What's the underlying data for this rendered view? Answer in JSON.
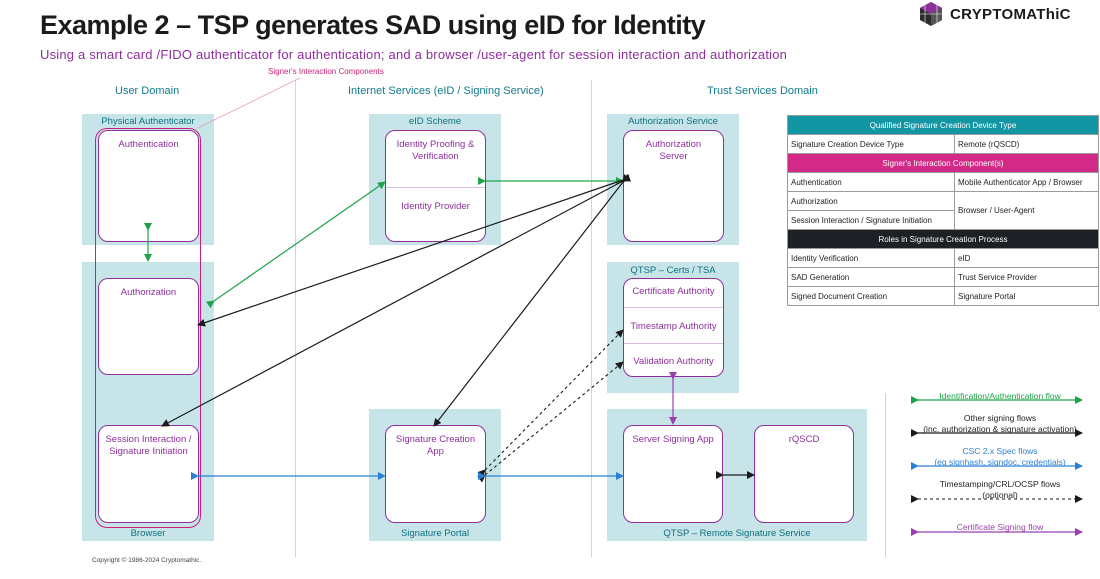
{
  "title": "Example 2 – TSP generates SAD using eID for Identity",
  "subtitle": "Using a smart card /FIDO authenticator for authentication; and a browser /user-agent for session interaction and authorization",
  "logo": {
    "text": "CRYPTOMAThiC",
    "icon": "cube-logo-icon"
  },
  "signer_interaction_label": "Signer's Interaction Components",
  "domains": {
    "user": "User Domain",
    "internet": "Internet Services (eID / Signing Service)",
    "trust": "Trust Services Domain"
  },
  "panels": {
    "physical_authenticator": {
      "title": "Physical Authenticator",
      "card": "Authentication"
    },
    "browser": {
      "title": "Browser",
      "authorization": "Authorization",
      "session_line1": "Session Interaction /",
      "session_line2": "Signature Initiation"
    },
    "eid_scheme": {
      "title": "eID Scheme",
      "proofing_line1": "Identity Proofing &",
      "proofing_line2": "Verification",
      "provider": "Identity Provider"
    },
    "signature_portal": {
      "title": "Signature Portal",
      "line1": "Signature Creation",
      "line2": "App"
    },
    "authorization_service": {
      "title": "Authorization Service",
      "line1": "Authorization",
      "line2": "Server"
    },
    "qtsp_certs": {
      "title": "QTSP – Certs / TSA",
      "ca": "Certificate Authority",
      "tsa": "Timestamp Authority",
      "va": "Validation Authority"
    },
    "qtsp_remote": {
      "title": "QTSP – Remote Signature Service",
      "server_app": "Server Signing App",
      "rqscd": "rQSCD"
    }
  },
  "table": {
    "header1": "Qualified Signature Creation Device Type",
    "row_device": [
      "Signature Creation Device Type",
      "Remote (rQSCD)"
    ],
    "header2": "Signer's Interaction Component(s)",
    "row_auth": [
      "Authentication",
      "Mobile Authenticator App / Browser"
    ],
    "row_authz": "Authorization",
    "row_session": "Session Interaction / Signature Initiation",
    "browser_value": "Browser / User-Agent",
    "header3": "Roles in Signature Creation Process",
    "row_identity": [
      "Identity Verification",
      "eID"
    ],
    "row_sad": [
      "SAD Generation",
      "Trust Service Provider"
    ],
    "row_signed": [
      "Signed Document Creation",
      "Signature Portal"
    ]
  },
  "legend": {
    "green": "Identification/Authentication  flow",
    "black_line1": "Other signing flows",
    "black_line2": "(inc. authorization & signature activation)",
    "blue_line1": "CSC 2.x Spec flows",
    "blue_line2": "(eg signhash, signdoc, credentials)",
    "dashed_line1": "Timestamping/CRL/OCSP flows",
    "dashed_line2": "(optional)",
    "purple": "Certificate Signing flow"
  },
  "colors": {
    "accent_purple": "#8e2f9c",
    "pink": "#cc1f7a",
    "panel_teal": "#c7e5e8",
    "green_flow": "#1fa34a",
    "blue_flow": "#2a7fd4",
    "purple_flow": "#9b3fb0"
  },
  "copyright": "Copyright © 1986-2024 Cryptomathic."
}
